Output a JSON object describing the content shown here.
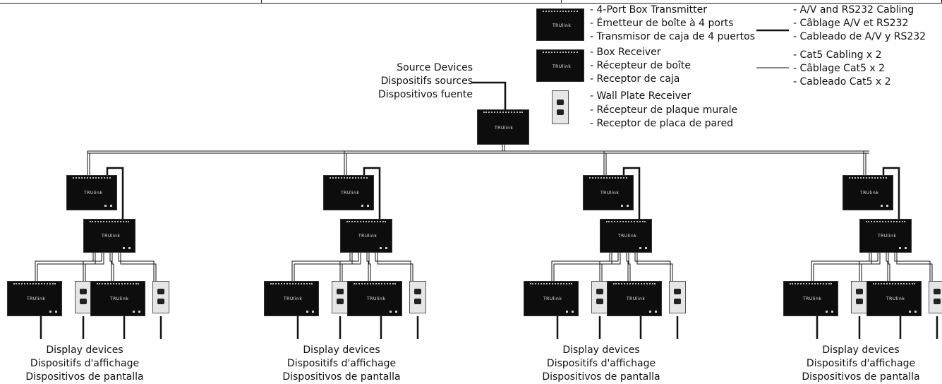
{
  "legend": {
    "transmitter": [
      "- 4-Port Box Transmitter",
      "- Émetteur de boîte à 4 ports",
      "- Transmisor de caja de 4 puertos"
    ],
    "box_receiver": [
      "- Box Receiver",
      "- Récepteur de boîte",
      "- Receptor de caja"
    ],
    "wall_receiver": [
      "- Wall Plate Receiver",
      "- Récepteur de plaque murale",
      "- Receptor de placa de pared"
    ],
    "av_cabling": [
      "- A/V and RS232 Cabling",
      "- Câblage A/V et RS232",
      "- Cableado de A/V y RS232"
    ],
    "cat5_cabling": [
      "- Cat5 Cabling x 2",
      "- Câblage Cat5 x 2",
      "- Cableado Cat5 x 2"
    ]
  },
  "source_label": [
    "Source Devices",
    "Dispositifs sources",
    "Dispositivos fuente"
  ],
  "display_label": [
    "Display devices",
    "Dispositifs d'affichage",
    "Dispositivos de pantalla"
  ],
  "brand": "TRUlink",
  "groups": 4
}
